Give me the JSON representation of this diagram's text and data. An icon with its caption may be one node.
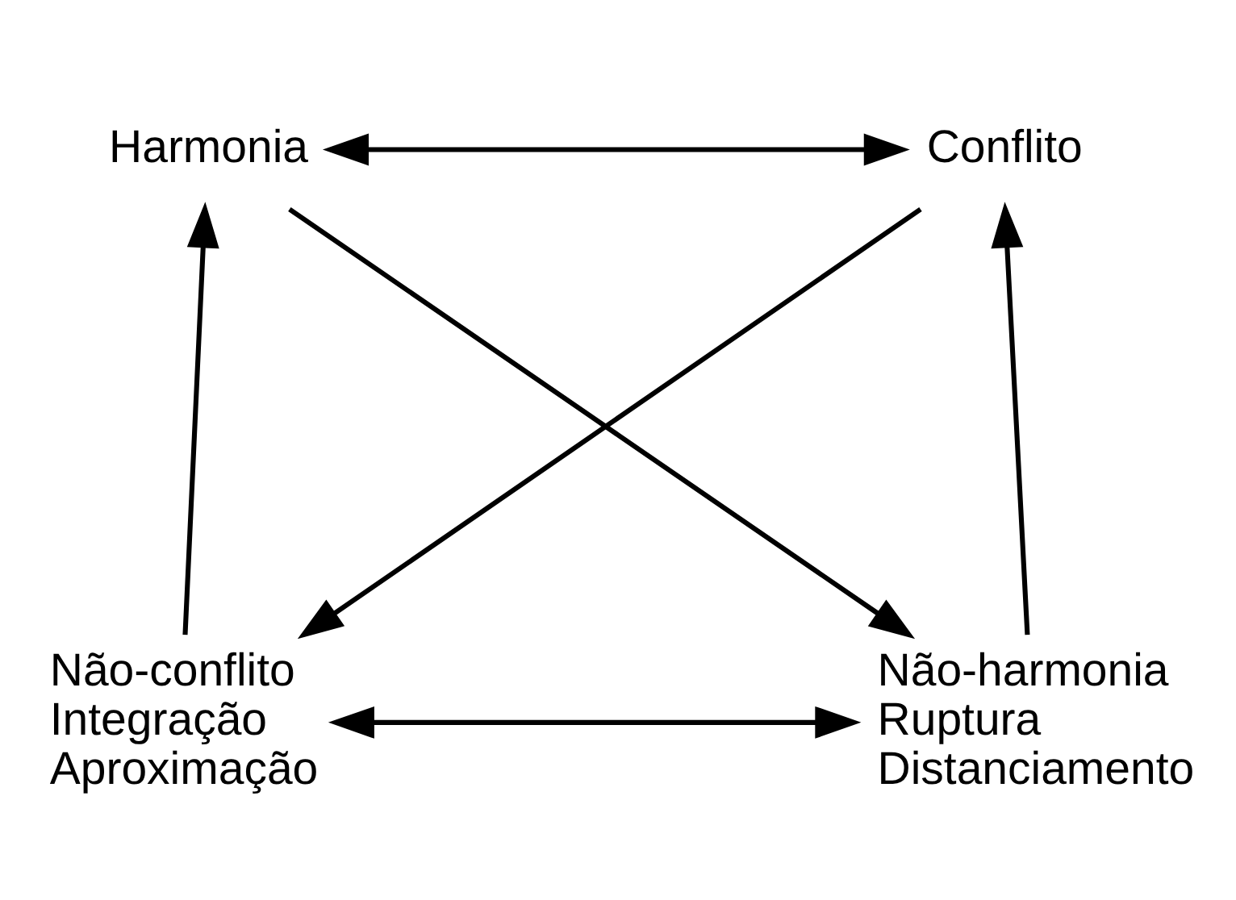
{
  "diagram": {
    "nodes": [
      {
        "text": [
          "Harmonia"
        ]
      },
      {
        "text": [
          "Conflito"
        ]
      },
      {
        "text": [
          "Não-conflito",
          "Integração",
          "Aproximação"
        ]
      },
      {
        "text": [
          "Não-harmonia",
          "Ruptura",
          "Distanciamento"
        ]
      }
    ],
    "edges": [
      {
        "from": 0,
        "to": 1,
        "arrow": "both"
      },
      {
        "from": 0,
        "to": 3,
        "arrow": "to"
      },
      {
        "from": 1,
        "to": 2,
        "arrow": "to"
      },
      {
        "from": 2,
        "to": 0,
        "arrow": "to"
      },
      {
        "from": 3,
        "to": 1,
        "arrow": "to"
      },
      {
        "from": 2,
        "to": 3,
        "arrow": "both"
      }
    ]
  }
}
